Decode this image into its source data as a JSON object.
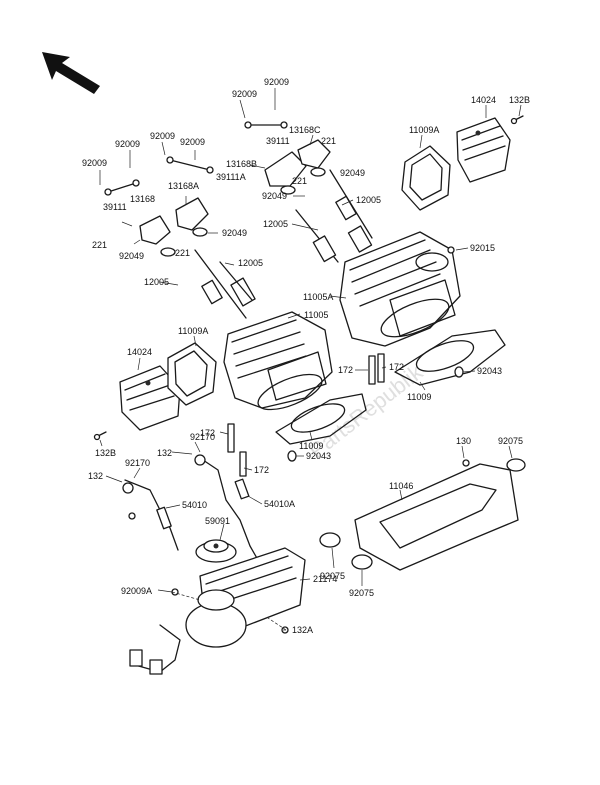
{
  "labels": {
    "p92009_a": "92009",
    "p92009_b": "92009",
    "p39111_a": "39111",
    "p92009_c": "92009",
    "p92009_d": "92009",
    "p39111A": "39111A",
    "p92009_e": "92009",
    "p39111_b": "39111",
    "p13168C": "13168C",
    "p221_a": "221",
    "p13168B": "13168B",
    "p92049_a": "92049",
    "p221_b": "221",
    "p13168A": "13168A",
    "p92049_b": "92049",
    "p12005_a": "12005",
    "p13168": "13168",
    "p92049_c": "92049",
    "p221_c": "221",
    "p92049_d": "92049",
    "p221_d": "221",
    "p12005_b": "12005",
    "p12005_c": "12005",
    "p12005_d": "12005",
    "p11005A": "11005A",
    "p11005": "11005",
    "p14024_a": "14024",
    "p132B_a": "132B",
    "p11009A_a": "11009A",
    "p92015": "92015",
    "p11009A_b": "11009A",
    "p14024_b": "14024",
    "p172_a": "172",
    "p172_b": "172",
    "p92043_a": "92043",
    "p11009_a": "11009",
    "p132B_b": "132B",
    "p172_c": "172",
    "p11009_b": "11009",
    "p92043_b": "92043",
    "p92170_a": "92170",
    "p132_a": "132",
    "p172_d": "172",
    "p92170_b": "92170",
    "p132_b": "132",
    "p130": "130",
    "p92075_a": "92075",
    "p11046": "11046",
    "p54010": "54010",
    "p54010A": "54010A",
    "p59091": "59091",
    "p92075_b": "92075",
    "p92075_c": "92075",
    "p92009A": "92009A",
    "p21174": "21174",
    "p132A": "132A"
  },
  "watermark": "PartsRepublik"
}
